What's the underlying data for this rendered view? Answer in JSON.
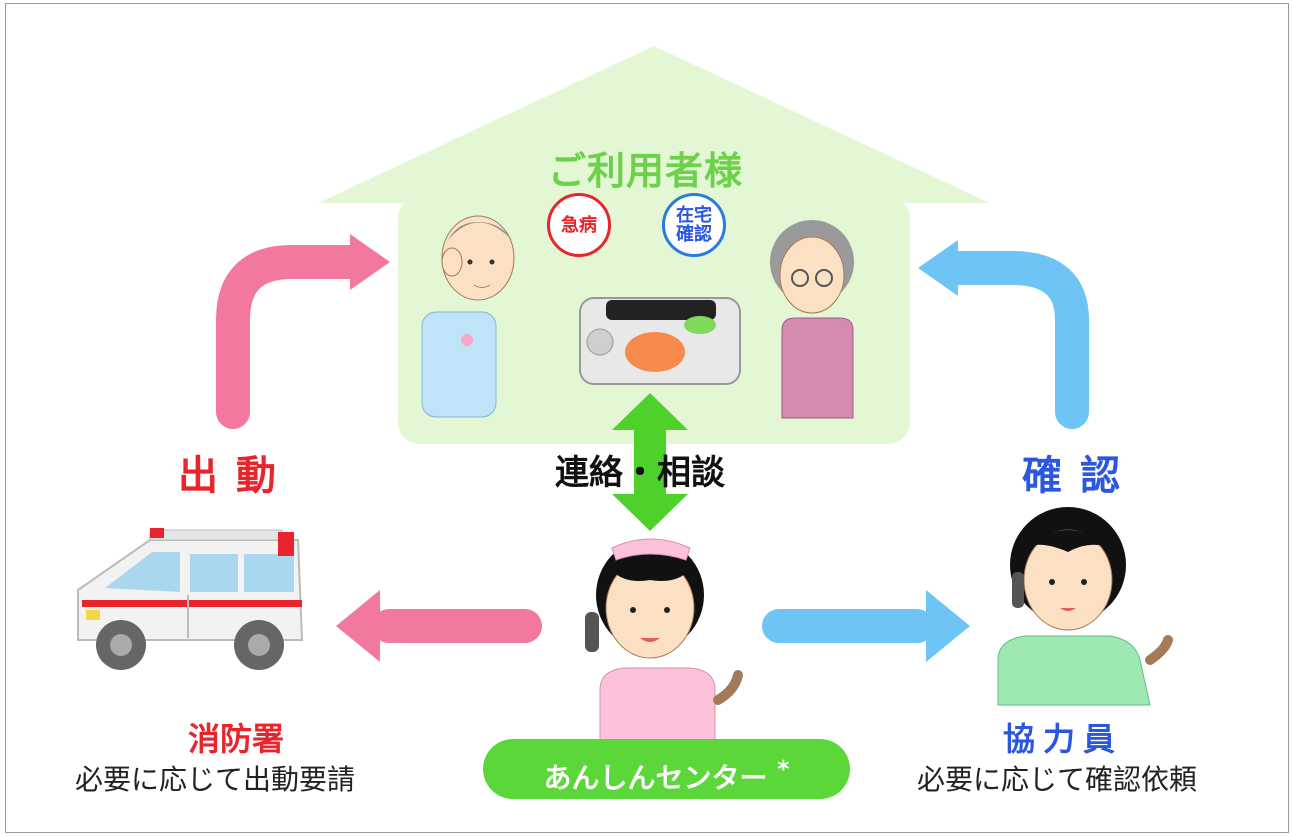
{
  "house": {
    "title": "ご利用者様"
  },
  "badges": {
    "emergency": "急病",
    "home_check_line1": "在宅",
    "home_check_line2": "確認"
  },
  "contact_label": "連絡・相談",
  "left": {
    "action": "出動",
    "org": "消防署",
    "desc": "必要に応じて出動要請"
  },
  "right": {
    "action": "確認",
    "org": "協力員",
    "desc": "必要に応じて確認依頼"
  },
  "center": {
    "label": "あんしんセンター",
    "mark": "*"
  },
  "colors": {
    "house": "#e3f7d5",
    "pink": "#f2789e",
    "blue": "#6ec4f4",
    "green": "#4fd12c",
    "red": "#e8242c",
    "darkblue": "#2a56e0"
  }
}
